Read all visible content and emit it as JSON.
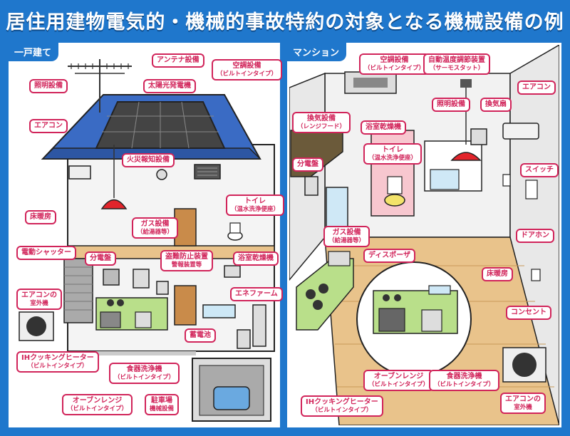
{
  "title": "居住用建物電気的・機械的事故特約の対象となる機械設備の例",
  "house": {
    "tag": "一戸建て",
    "labels": {
      "antenna": "アンテナ設備",
      "aircon_builtin": {
        "main": "空調設備",
        "sub": "（ビルトインタイプ）"
      },
      "lighting": "照明設備",
      "solar": "太陽光発電機",
      "aircon": "エアコン",
      "fire_alarm": "火災報知設備",
      "floor_heating": "床暖房",
      "gas": {
        "main": "ガス設備",
        "sub": "（給湯器等）"
      },
      "toilet": {
        "main": "トイレ",
        "sub": "（温水洗浄便座）"
      },
      "shutter": "電動シャッター",
      "panel": "分電盤",
      "security": {
        "main": "盗難防止装置",
        "sub": "警報装置等"
      },
      "bath_dryer": "浴室乾燥機",
      "outdoor_unit": {
        "main": "エアコンの",
        "sub": "室外機"
      },
      "enefarm": "エネファーム",
      "battery": "蓄電池",
      "ih": {
        "main": "IHクッキングヒーター",
        "sub": "（ビルトインタイプ）"
      },
      "dishwasher": {
        "main": "食器洗浄機",
        "sub": "（ビルトインタイプ）"
      },
      "oven": {
        "main": "オーブンレンジ",
        "sub": "（ビルトインタイプ）"
      },
      "parking": {
        "main": "駐車場",
        "sub": "機械設備"
      }
    }
  },
  "mansion": {
    "tag": "マンション",
    "labels": {
      "aircon_builtin": {
        "main": "空調設備",
        "sub": "（ビルトインタイプ）"
      },
      "thermostat": {
        "main": "自動温度調節装置",
        "sub": "（サーモスタット）"
      },
      "aircon": "エアコン",
      "lighting": "照明設備",
      "vent_fan": "換気扇",
      "range_hood": {
        "main": "換気設備",
        "sub": "（レンジフード）"
      },
      "bath_dryer": "浴室乾燥機",
      "toilet": {
        "main": "トイレ",
        "sub": "（温水洗浄便座）"
      },
      "panel": "分電盤",
      "switch": "スイッチ",
      "gas": {
        "main": "ガス設備",
        "sub": "（給湯器等）"
      },
      "intercom": "ドアホン",
      "disposer": "ディスポーザ",
      "floor_heating": "床暖房",
      "outlet": "コンセント",
      "oven": {
        "main": "オーブンレンジ",
        "sub": "（ビルトインタイプ）"
      },
      "dishwasher": {
        "main": "食器洗浄機",
        "sub": "（ビルトインタイプ）"
      },
      "ih": {
        "main": "IHクッキングヒーター",
        "sub": "（ビルトインタイプ）"
      },
      "outdoor_unit": {
        "main": "エアコンの",
        "sub": "室外機"
      }
    }
  },
  "colors": {
    "frame": "#1f77cc",
    "callout": "#d1245a",
    "roof": "#3a6bc4",
    "wood": "#e9c38b",
    "kitchen": "#b9df8a",
    "red": "#e2242b"
  }
}
